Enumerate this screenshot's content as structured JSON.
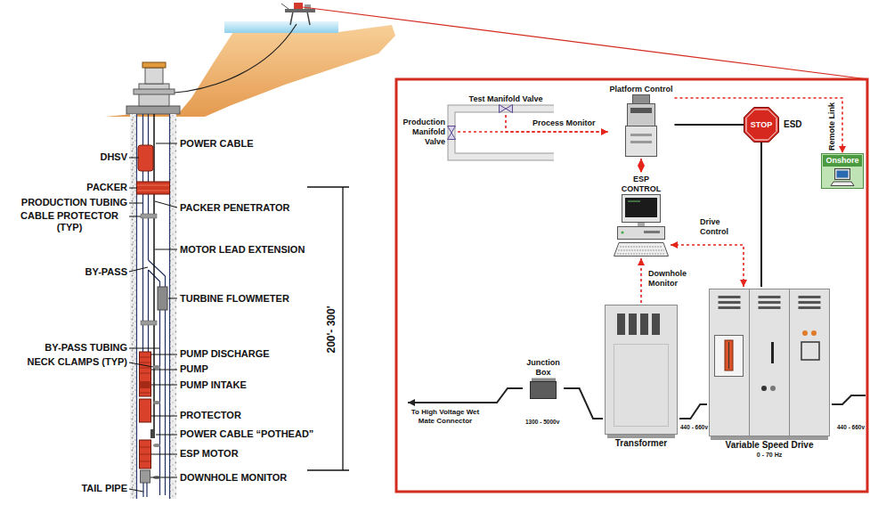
{
  "diagram": {
    "nodes": [
      {
        "text": [
          "Test Manifold Valve"
        ]
      },
      {
        "text": [
          "Production Manifold Valve"
        ]
      },
      {
        "text": [
          "Platform Control"
        ]
      },
      {
        "text": [
          "STOP",
          "ESD"
        ]
      },
      {
        "text": [
          "Onshore"
        ]
      },
      {
        "text": [
          "ESP CONTROL"
        ]
      },
      {
        "text": [
          "Junction Box"
        ]
      },
      {
        "text": [
          "Transformer"
        ]
      },
      {
        "text": [
          "Variable Speed Drive",
          "0 - 70 Hz"
        ]
      }
    ],
    "edges": [
      {
        "from": 1,
        "to": 2,
        "arrow": "to",
        "label": "Process Monitor"
      },
      {
        "from": 0,
        "to": 2,
        "arrow": "to"
      },
      {
        "from": 2,
        "to": 4,
        "arrow": "to",
        "label": "Remote Link"
      },
      {
        "from": 2,
        "to": 5,
        "arrow": "both"
      },
      {
        "from": 2,
        "to": 3,
        "arrow": "none"
      },
      {
        "from": 3,
        "to": 8,
        "arrow": "none"
      },
      {
        "from": 5,
        "to": 8,
        "arrow": "both",
        "label": "Drive Control"
      },
      {
        "from": 7,
        "to": 5,
        "arrow": "to",
        "label": "Downhole Monitor"
      },
      {
        "from": 6,
        "to": 7,
        "arrow": "none",
        "label": "1300 - 5000v"
      },
      {
        "from": 7,
        "to": 8,
        "arrow": "none",
        "label": "440 - 660v"
      }
    ],
    "labels": [
      "POWER CABLE",
      "DHSV",
      "PACKER",
      "PRODUCTION TUBING",
      "PACKER PENETRATOR",
      "CABLE PROTECTOR (TYP)",
      "MOTOR LEAD EXTENSION",
      "BY-PASS",
      "TURBINE FLOWMETER",
      "BY-PASS TUBING",
      "PUMP DISCHARGE",
      "NECK CLAMPS (TYP)",
      "PUMP",
      "PUMP INTAKE",
      "PROTECTOR",
      "POWER CABLE “POTHEAD”",
      "ESP MOTOR",
      "DOWNHOLE MONITOR",
      "TAIL PIPE",
      "200'- 300'",
      "To High Voltage Wet Mate Connector",
      "440 - 660v"
    ]
  }
}
